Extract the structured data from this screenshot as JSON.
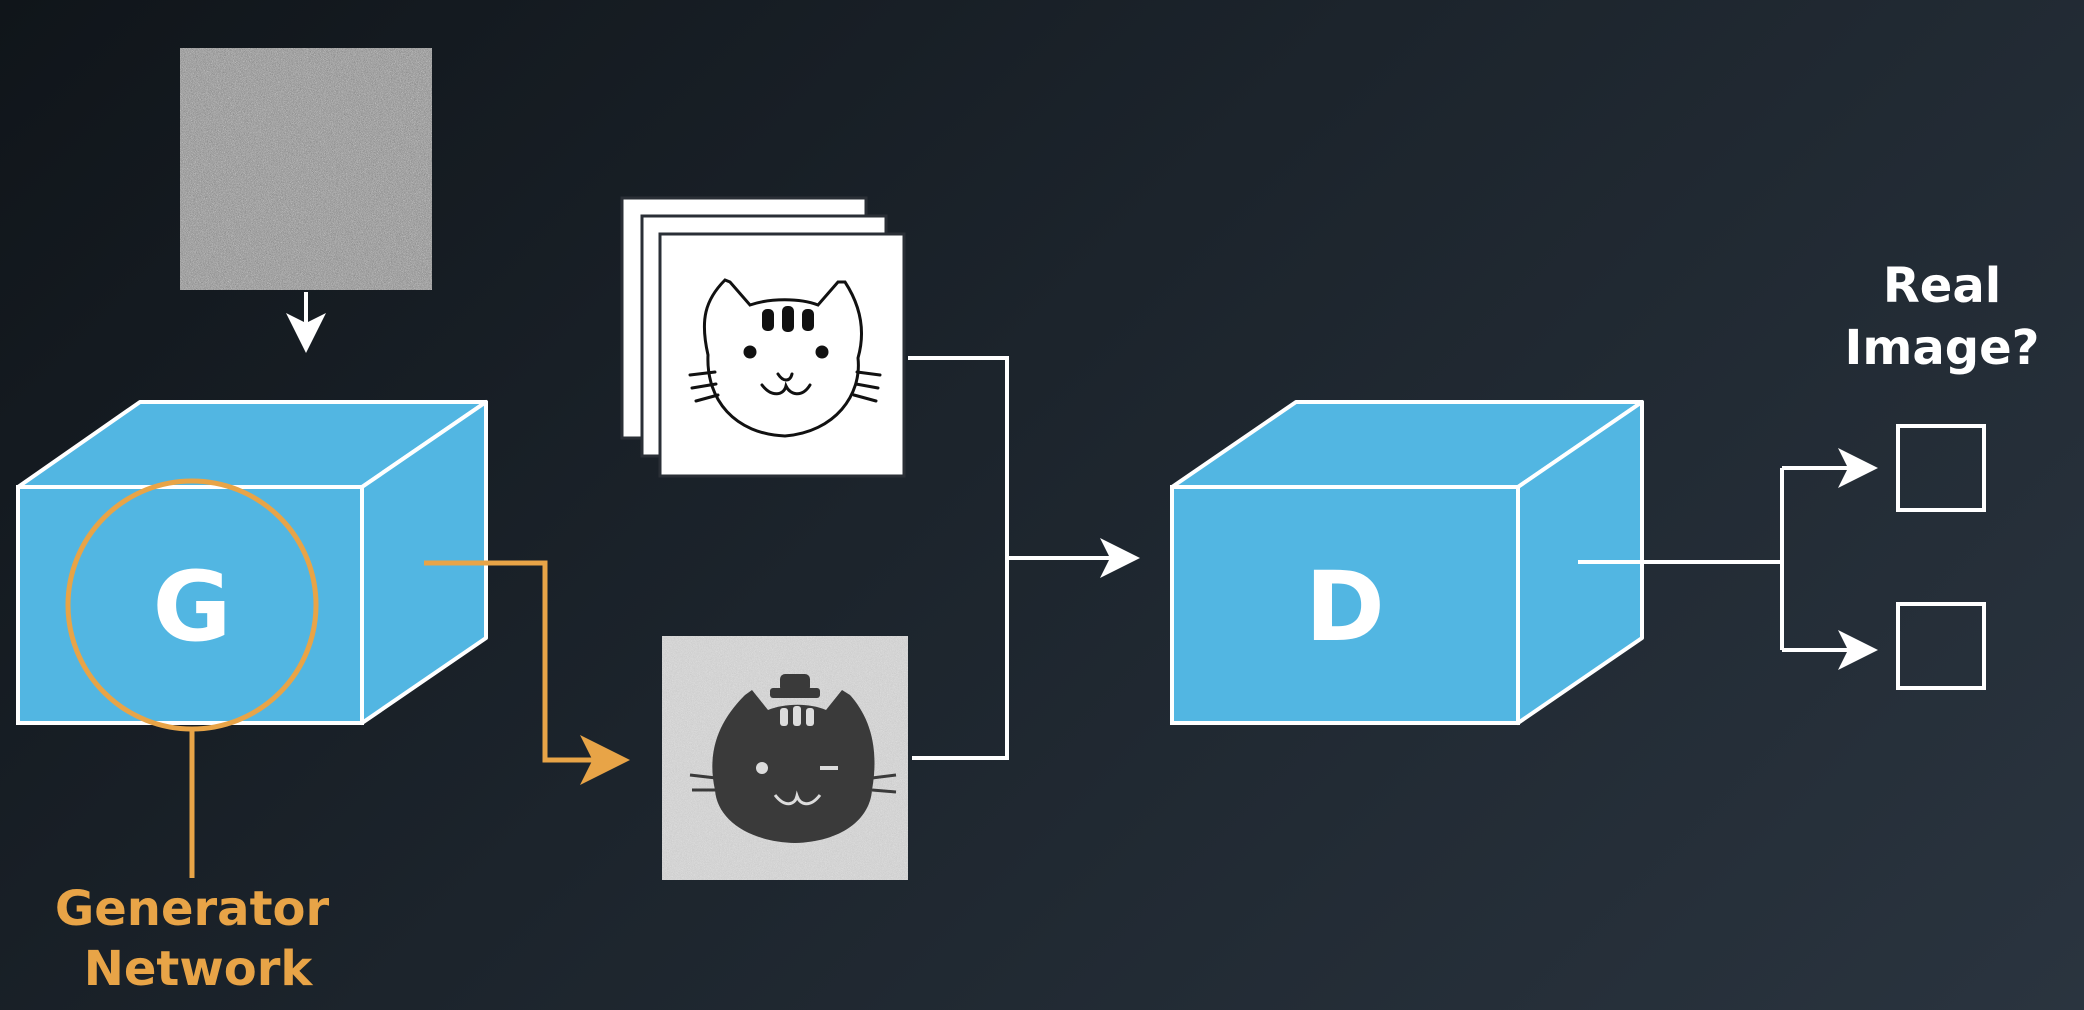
{
  "boxes": {
    "generator_letter": "G",
    "discriminator_letter": "D"
  },
  "labels": {
    "generator_line1": "Generator",
    "generator_line2": "Network",
    "output_line1": "Real",
    "output_line2": "Image?"
  },
  "colors": {
    "box_blue": "#52b6e2",
    "accent_orange": "#e8a447",
    "line_white": "#ffffff",
    "background": "#1a1f25"
  },
  "icons": {
    "noise_input": "noise-image",
    "real_images": "cat-drawing-stack",
    "generated_image": "noisy-cat-image",
    "output_checkboxes": "checkbox"
  }
}
